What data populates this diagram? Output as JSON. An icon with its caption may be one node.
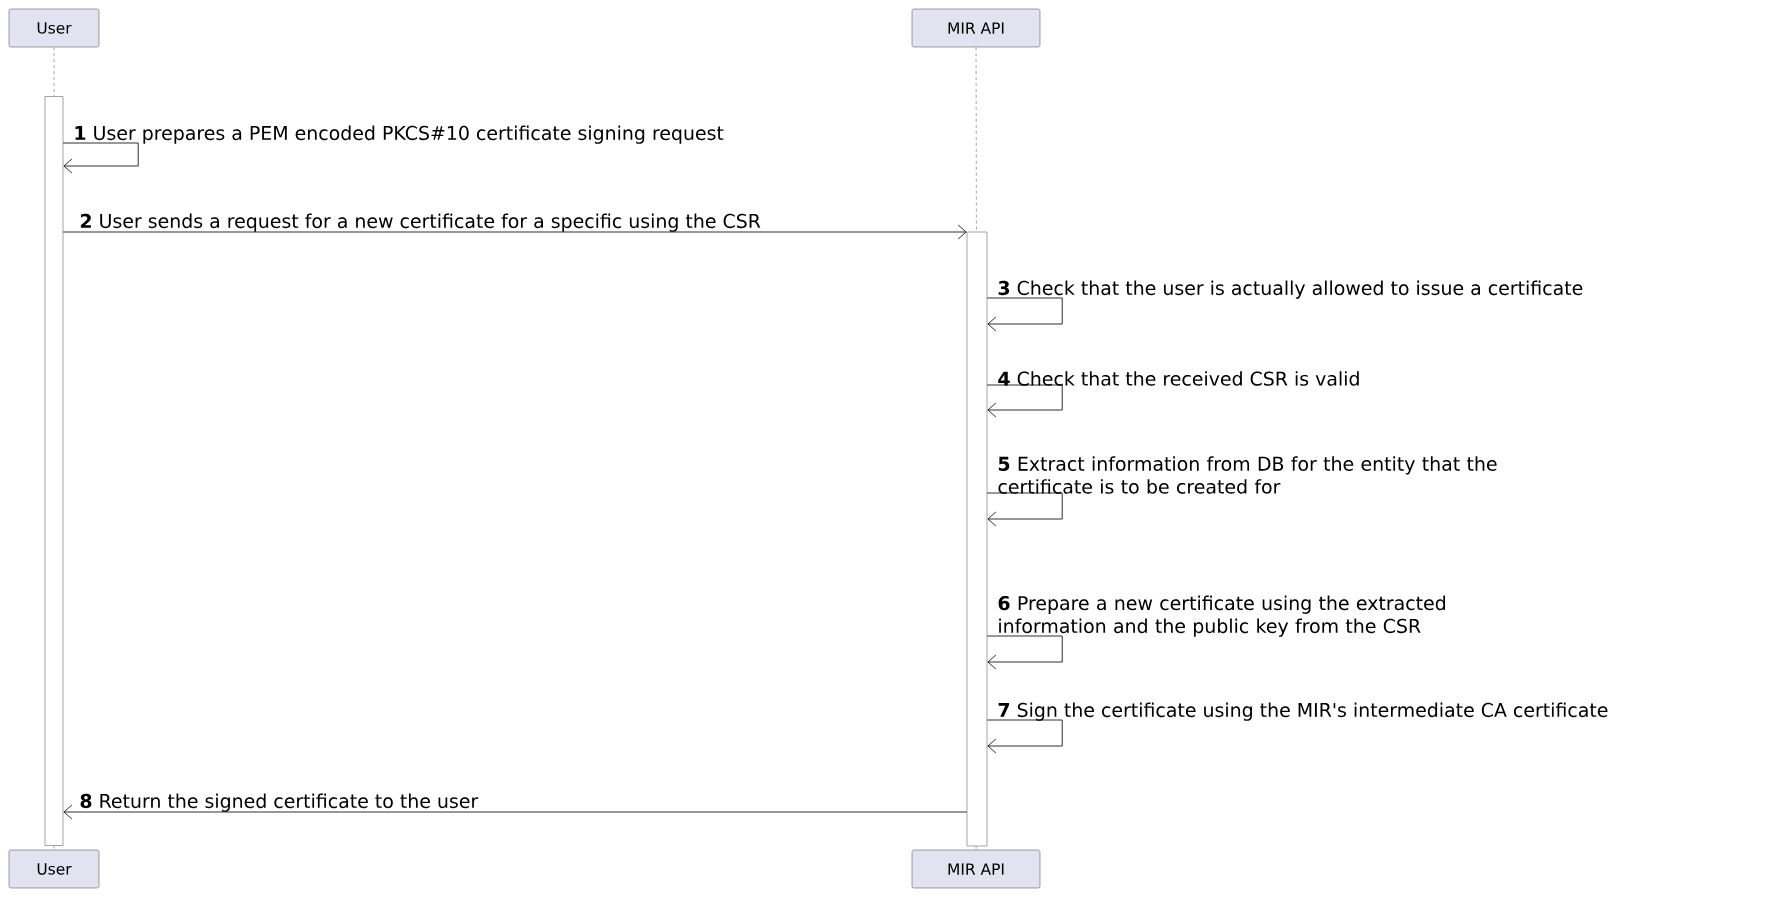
{
  "diagram": {
    "nodes": [
      {
        "text": [
          "User"
        ]
      },
      {
        "text": [
          "MIR API"
        ]
      },
      {
        "text": [
          "User"
        ]
      },
      {
        "text": [
          "MIR API"
        ]
      },
      {
        "text": [],
        "shape": "bar"
      },
      {
        "text": [],
        "shape": "bar"
      }
    ],
    "edges": [
      {
        "from": 4,
        "to": 4,
        "arrow": "to",
        "label": "**1** User prepares a PEM encoded PKCS#10 certificate signing request"
      },
      {
        "from": 4,
        "to": 5,
        "arrow": "to",
        "label": "**2** User sends a request for a new certificate for a specific using the CSR"
      },
      {
        "from": 5,
        "to": 5,
        "arrow": "to",
        "label": "**3** Check that the user is actually allowed to issue a certificate"
      },
      {
        "from": 5,
        "to": 5,
        "arrow": "to",
        "label": "**4** Check that the received CSR is valid"
      },
      {
        "from": 5,
        "to": 5,
        "arrow": "to",
        "label": "**5** Extract information from DB for the entity that the certificate is to be created for"
      },
      {
        "from": 5,
        "to": 5,
        "arrow": "to",
        "label": "**6** Prepare a new certificate using the extracted information and the public key from the CSR"
      },
      {
        "from": 5,
        "to": 5,
        "arrow": "to",
        "label": "**7** Sign the certificate using the MIR's intermediate CA certificate"
      },
      {
        "from": 5,
        "to": 4,
        "arrow": "to",
        "label": "**8** Return the signed certificate to the user"
      },
      {
        "from": 0,
        "to": 4,
        "arrow": "none",
        "style": "dashed",
        "color": "#999999"
      },
      {
        "from": 4,
        "to": 2,
        "arrow": "none",
        "style": "dashed",
        "color": "#999999"
      },
      {
        "from": 1,
        "to": 5,
        "arrow": "none",
        "style": "dashed",
        "color": "#999999"
      },
      {
        "from": 5,
        "to": 3,
        "arrow": "none",
        "style": "dashed",
        "color": "#999999"
      }
    ]
  }
}
